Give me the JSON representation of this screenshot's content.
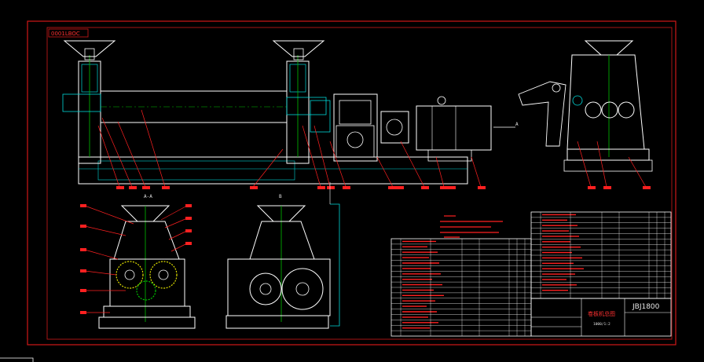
{
  "drawing": {
    "stamp_label": "0001LBOC",
    "model_code": "JBJ1800",
    "title_cn": "卷板机总图",
    "scale_text": "1000/1:2",
    "view_label_a": "A",
    "view_label_b": "B",
    "section_label_aa": "A-A",
    "section_label_b": "B"
  },
  "colors": {
    "frame": "#d01818",
    "cyan": "#00d8d8",
    "white": "#ffffff",
    "green": "#00c000",
    "red": "#ff2020",
    "yellow": "#e0e000"
  },
  "icons": {
    "handwheel": "handwheel-icon",
    "gear": "gear-icon",
    "motor": "motor-icon",
    "roller": "roller-icon"
  }
}
